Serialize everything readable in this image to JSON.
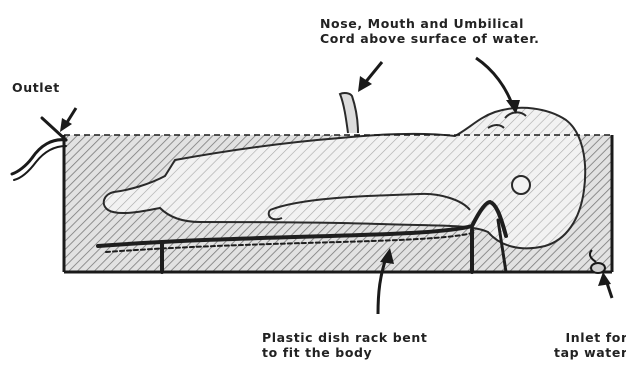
{
  "colors": {
    "ink": "#222222",
    "water_hatch": "#8a8a8a",
    "water_fill": "#dcdcdc",
    "paper": "#ffffff"
  },
  "labels": {
    "outlet": "Outlet",
    "nose_mouth": [
      "Nose, Mouth and Umbilical",
      "Cord above surface of water."
    ],
    "dish_rack": [
      "Plastic dish rack bent",
      "to fit the body"
    ],
    "inlet": [
      "Inlet for",
      "tap water"
    ]
  }
}
